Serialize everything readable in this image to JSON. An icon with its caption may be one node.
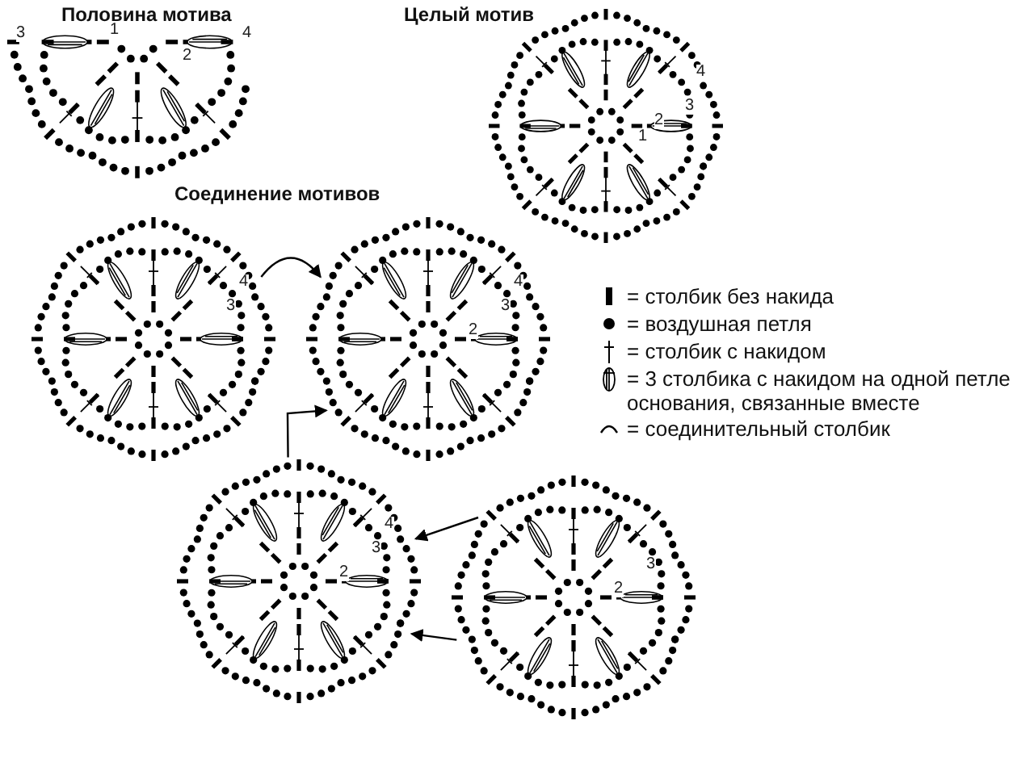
{
  "diagram": {
    "nodes": [
      {
        "text": [
          "Половина мотива",
          "3",
          "1",
          "2",
          "4"
        ]
      },
      {
        "text": [
          "Целый мотив",
          "1",
          "2",
          "3",
          "4"
        ]
      },
      {
        "text": [
          "3",
          "4"
        ]
      },
      {
        "text": [
          "2",
          "3",
          "4"
        ]
      },
      {
        "text": [
          "2",
          "3",
          "4"
        ]
      },
      {
        "text": [
          "2",
          "3"
        ]
      }
    ],
    "edges": [
      {
        "from": 2,
        "to": 3,
        "arrow": "to"
      },
      {
        "from": 4,
        "to": 3,
        "arrow": "to"
      },
      {
        "from": 5,
        "to": 4,
        "arrow": "to"
      },
      {
        "from": 5,
        "to": 4,
        "arrow": "to"
      }
    ],
    "labels": [
      "Соединение мотивов"
    ],
    "legend": [
      {
        "text": "= столбик без накида"
      },
      {
        "text": "= воздушная петля"
      },
      {
        "text": "= столбик с накидом"
      },
      {
        "text": "= 3 столбика с накидом на одной петле основания, связанные вместе"
      },
      {
        "text": "= соединительный столбик"
      }
    ]
  }
}
